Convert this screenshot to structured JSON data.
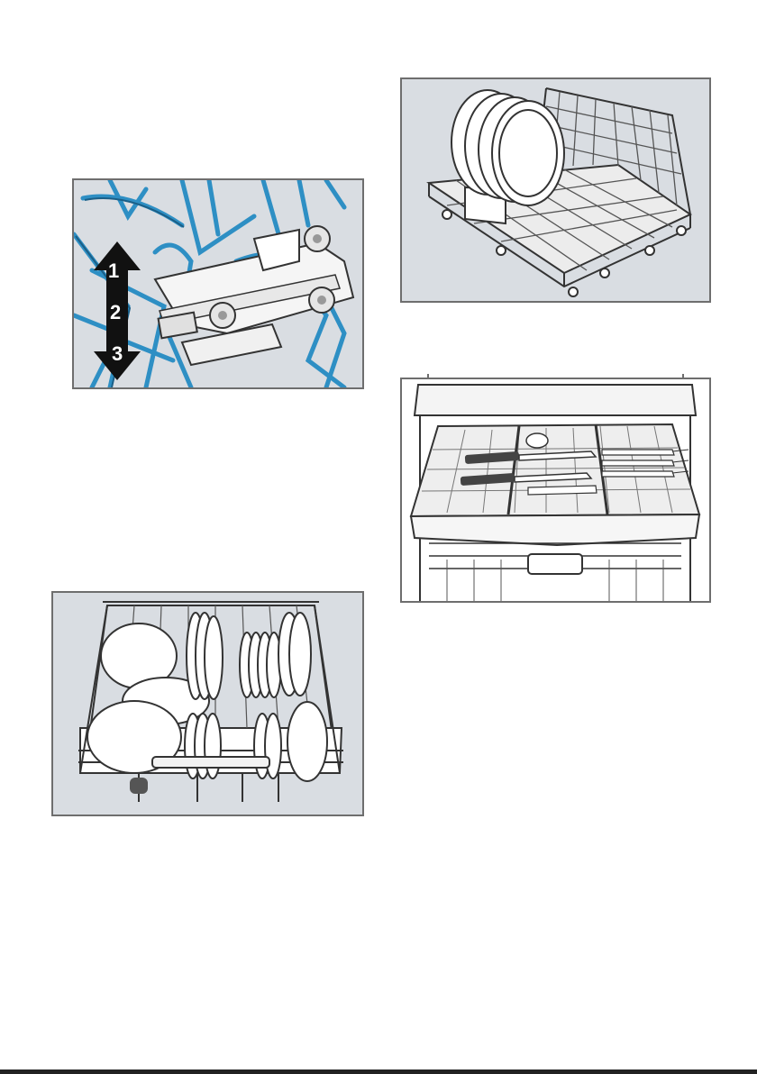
{
  "figures": {
    "rack_height": {
      "height_levels": [
        "1",
        "2",
        "3"
      ],
      "colors": {
        "rack_wire": "#2e8fc4",
        "rack_arrow": "#111111",
        "background": "#d9dde2"
      }
    },
    "lower_basket": {
      "colors": {
        "wire": "#333333",
        "dishes": "#ffffff",
        "background": "#d9dde2"
      }
    },
    "upper_plates": {
      "colors": {
        "wire": "#333333",
        "plates": "#ffffff",
        "background": "#d9dde2"
      }
    },
    "cutlery_tray": {
      "colors": {
        "tray": "#f2f2f2",
        "knife_handles": "#444444",
        "background": "#ffffff"
      }
    }
  }
}
